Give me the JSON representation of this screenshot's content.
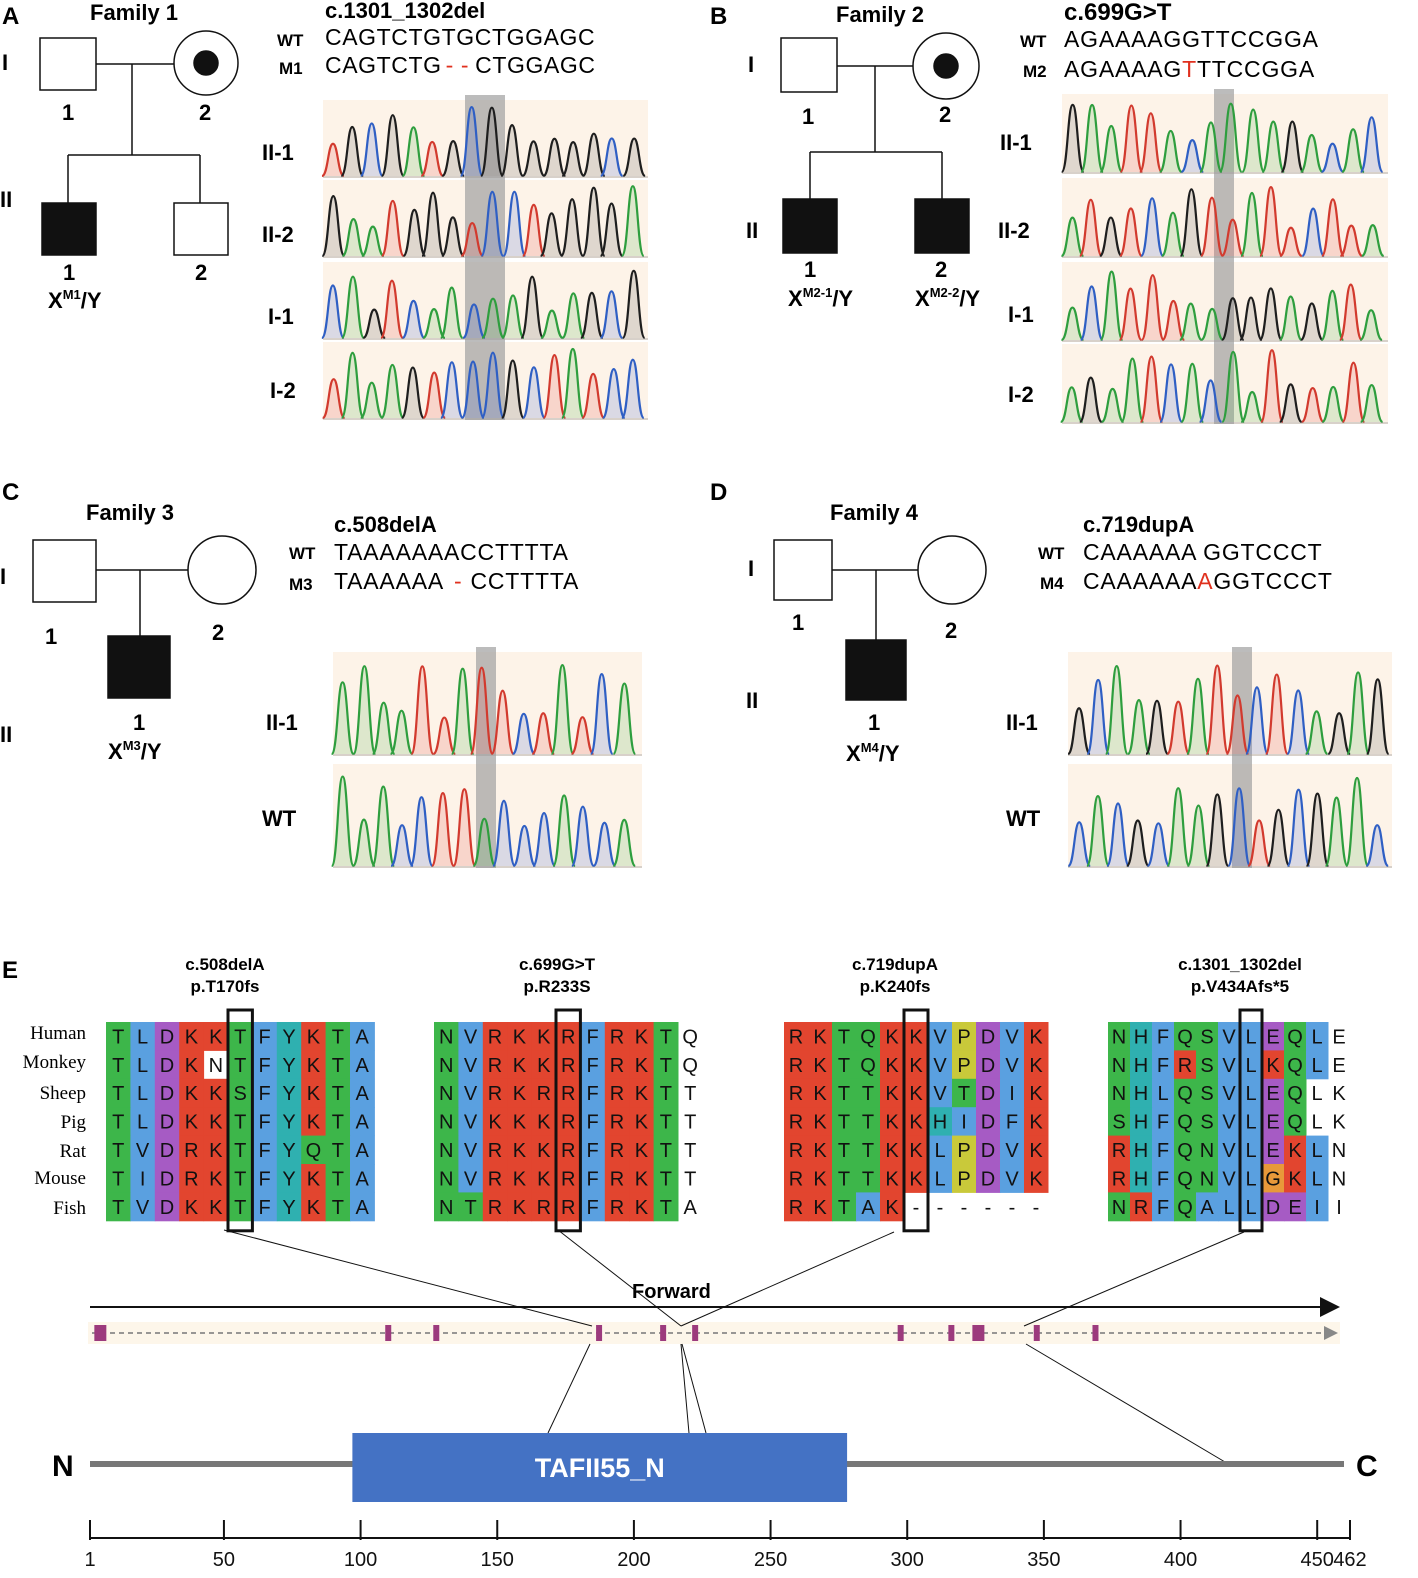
{
  "panels": {
    "A": {
      "letter": "A",
      "family": "Family 1",
      "generations": [
        "I",
        "II"
      ],
      "individuals": [
        "1",
        "2",
        "1",
        "2"
      ],
      "genotype": [
        "X",
        "M1",
        "/Y"
      ],
      "variant": "c.1301_1302del",
      "wt_label": "WT",
      "wt_seq": "CAGTCTGTGCTGGAGC",
      "mut_label": "M1",
      "mut_seq_a": "CAGTCTG",
      "mut_seq_b": "- -",
      "mut_seq_c": "CTGGAGC",
      "traces": [
        "II-1",
        "II-2",
        "I-1",
        "I-2"
      ]
    },
    "B": {
      "letter": "B",
      "family": "Family 2",
      "generations": [
        "I",
        "II"
      ],
      "individuals": [
        "1",
        "2",
        "1",
        "2"
      ],
      "genotype1": [
        "X",
        "M2-1",
        "/Y"
      ],
      "genotype2": [
        "X",
        "M2-2",
        "/Y"
      ],
      "variant": "c.699G>T",
      "wt_label": "WT",
      "wt_seq": "AGAAAAGGTTCCGGA",
      "mut_label": "M2",
      "mut_seq_a": "AGAAAAG",
      "mut_seq_b": "T",
      "mut_seq_c": "TTCCGGA",
      "traces": [
        "II-1",
        "II-2",
        "I-1",
        "I-2"
      ]
    },
    "C": {
      "letter": "C",
      "family": "Family 3",
      "generations": [
        "I",
        "II"
      ],
      "individuals": [
        "1",
        "2",
        "1"
      ],
      "genotype": [
        "X",
        "M3",
        "/Y"
      ],
      "variant": "c.508delA",
      "wt_label": "WT",
      "wt_seq": "TAAAAAAACCTTTTA",
      "mut_label": "M3",
      "mut_seq_a": "TAAAAAA",
      "mut_seq_b": "-",
      "mut_seq_c": "CCTTTTA",
      "traces": [
        "II-1",
        "WT"
      ]
    },
    "D": {
      "letter": "D",
      "family": "Family 4",
      "generations": [
        "I",
        "II"
      ],
      "individuals": [
        "1",
        "2",
        "1"
      ],
      "genotype": [
        "X",
        "M4",
        "/Y"
      ],
      "variant": "c.719dupA",
      "wt_label": "WT",
      "wt_seq": "CAAAAAA GGTCCCT",
      "mut_label": "M4",
      "mut_seq_a": "CAAAAAA",
      "mut_seq_b": "A",
      "mut_seq_c": "GGTCCCT",
      "traces": [
        "II-1",
        "WT"
      ]
    }
  },
  "panel_e": {
    "letter": "E",
    "species": [
      "Human",
      "Monkey",
      "Sheep",
      "Pig",
      "Rat",
      "Mouse",
      "Fish"
    ],
    "alignments": [
      {
        "variant": "c.508delA",
        "protein": "p.T170fs",
        "rows": [
          "TLDKKTFYKTA",
          "TLDKNTFYKTA",
          "TLDKKSFYKTA",
          "TLDKKTFYKTA",
          "TVDRKTFYQTA",
          "TIDRKTFYKTA",
          "TVDKKTFYKTA"
        ]
      },
      {
        "variant": "c.699G>T",
        "protein": "p.R233S",
        "rows": [
          "NVRKKRFRKTQ",
          "NVRKKRFRKTQ",
          "NVRKRRFRKTT",
          "NVKKKRFRKTT",
          "NVRKKRFRKTT",
          "NVRKKRFRKTT",
          "NTRKRRFRKTA"
        ]
      },
      {
        "variant": "c.719dupA",
        "protein": "p.K240fs",
        "rows": [
          "RKTQKKVPDVK",
          "RKTQKKVPDVK",
          "RKTTKKVTDIK",
          "RKTTKKHIDFK",
          "RKTTKKLPDVK",
          "RKTTKKLPDVK",
          "RKTAK------"
        ]
      },
      {
        "variant": "c.1301_1302del",
        "protein": "p.V434Afs*5",
        "rows": [
          "NHFQSVLEQLE",
          "NHFRSVLKQLE",
          "NHLQSVLEQLK",
          "SHFQSVLEQLK",
          "RHFQNVLEKLN",
          "RHFQNVLGKLN",
          "NRFQALLDEII"
        ]
      }
    ],
    "gene_label": "Forward",
    "domain_name": "TAFII55_N",
    "n_term": "N",
    "c_term": "C",
    "protein_length": 462,
    "domain_range": [
      97,
      278
    ],
    "exons": [
      2,
      111,
      129,
      190,
      214,
      226,
      303,
      322,
      331,
      332,
      354,
      376
    ],
    "axis_ticks": [
      "1",
      "50",
      "100",
      "150",
      "200",
      "250",
      "300",
      "350",
      "400",
      "450",
      "462"
    ]
  }
}
